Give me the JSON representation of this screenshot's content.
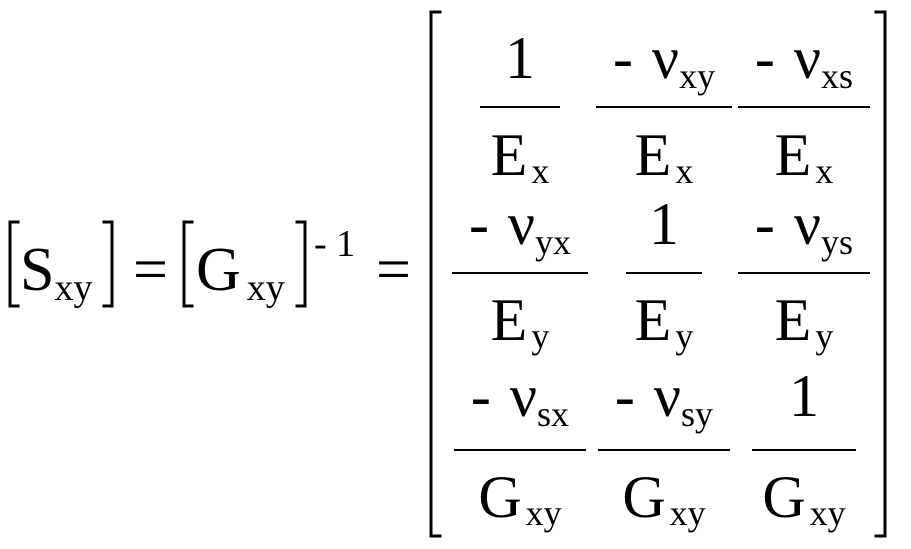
{
  "equation": {
    "lhs": {
      "compliance": {
        "symbol": "S",
        "subscript": "xy"
      },
      "equals": "=",
      "stiffness": {
        "symbol": "G",
        "subscript": "xy",
        "exponent": "- 1"
      },
      "equals2": "="
    },
    "matrix": [
      [
        {
          "num": "1",
          "den_symbol": "E",
          "den_sub": "x"
        },
        {
          "num_sign": "- ",
          "num_symbol": "ν",
          "num_sub": "xy",
          "den_symbol": "E",
          "den_sub": "x"
        },
        {
          "num_sign": "- ",
          "num_symbol": "ν",
          "num_sub": "xs",
          "den_symbol": "E",
          "den_sub": "x"
        }
      ],
      [
        {
          "num_sign": "- ",
          "num_symbol": "ν",
          "num_sub": "yx",
          "den_symbol": "E",
          "den_sub": "y"
        },
        {
          "num": "1",
          "den_symbol": "E",
          "den_sub": "y"
        },
        {
          "num_sign": "- ",
          "num_symbol": "ν",
          "num_sub": "ys",
          "den_symbol": "E",
          "den_sub": "y"
        }
      ],
      [
        {
          "num_sign": "- ",
          "num_symbol": "ν",
          "num_sub": "sx",
          "den_symbol": "G",
          "den_sub": "xy"
        },
        {
          "num_sign": "- ",
          "num_symbol": "ν",
          "num_sub": "sy",
          "den_symbol": "G",
          "den_sub": "xy"
        },
        {
          "num": "1",
          "den_symbol": "G",
          "den_sub": "xy"
        }
      ]
    ]
  }
}
